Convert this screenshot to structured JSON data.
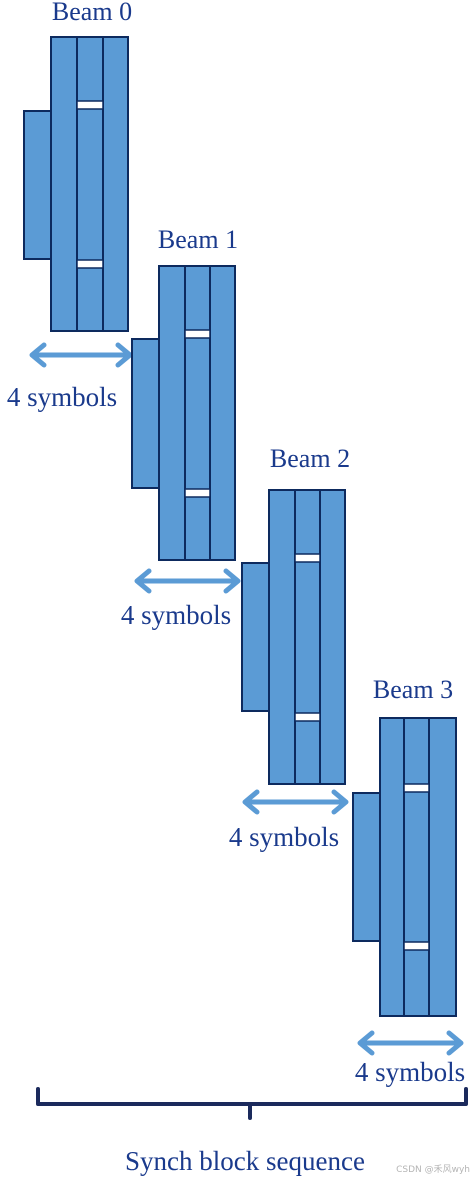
{
  "beams": [
    {
      "label": "Beam 0",
      "symbols_label": "4 symbols"
    },
    {
      "label": "Beam 1",
      "symbols_label": "4 symbols"
    },
    {
      "label": "Beam 2",
      "symbols_label": "4 symbols"
    },
    {
      "label": "Beam 3",
      "symbols_label": "4 symbols"
    }
  ],
  "sequence_label": "Synch block sequence",
  "watermark": "CSDN @禾风wyh",
  "colors": {
    "block_fill": "#5b9bd5",
    "block_stroke": "#0d2a5e",
    "arrow": "#5b9bd5",
    "label_text": "#1a3a8c",
    "brace": "#1b2a5c"
  }
}
